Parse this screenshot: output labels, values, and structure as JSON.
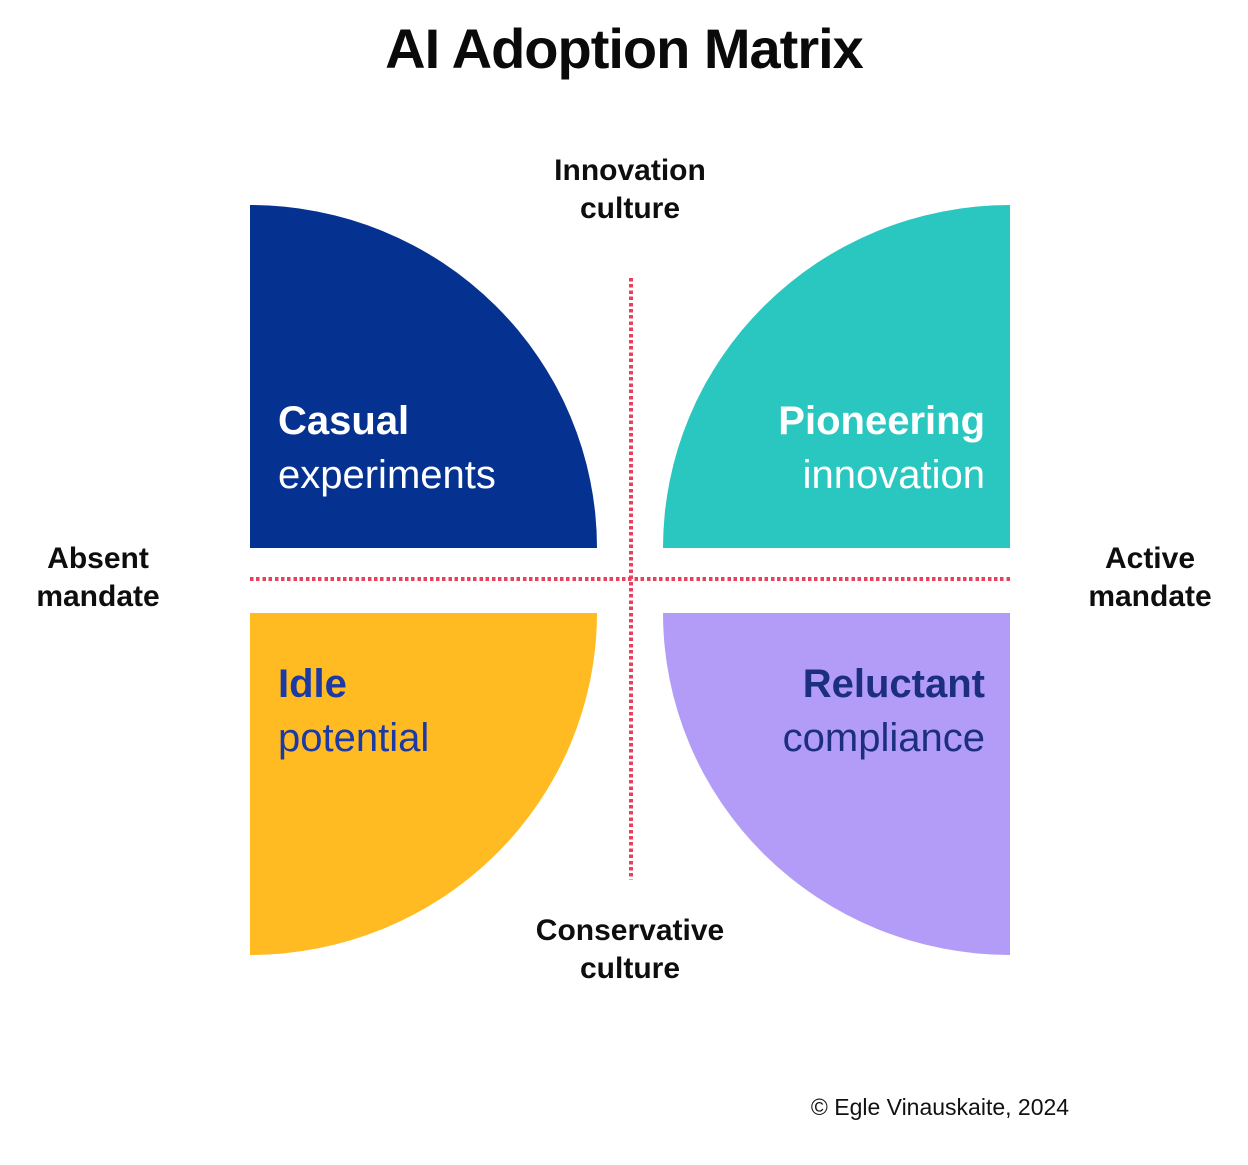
{
  "title": "AI Adoption Matrix",
  "attribution": "© Egle Vinauskaite, 2024",
  "axis_labels": {
    "top": {
      "line1": "Innovation",
      "line2": "culture"
    },
    "bottom": {
      "line1": "Conservative",
      "line2": "culture"
    },
    "left": {
      "line1": "Absent",
      "line2": "mandate"
    },
    "right": {
      "line1": "Active",
      "line2": "mandate"
    }
  },
  "quadrants": [
    {
      "position": "top-left",
      "title": "Casual",
      "subtitle": "experiments",
      "bg_color": "#053190",
      "text_color": "#FFFFFF"
    },
    {
      "position": "top-right",
      "title": "Pioneering",
      "subtitle": "innovation",
      "bg_color": "#29C7C0",
      "text_color": "#FFFFFF"
    },
    {
      "position": "bottom-left",
      "title": "Idle",
      "subtitle": "potential",
      "bg_color": "#FFBB21",
      "text_color": "#1B3AA6"
    },
    {
      "position": "bottom-right",
      "title": "Reluctant",
      "subtitle": "compliance",
      "bg_color": "#B39CF8",
      "text_color": "#1C2E80"
    }
  ],
  "gridlines": {
    "color": "#E8415E",
    "style": "dotted"
  }
}
